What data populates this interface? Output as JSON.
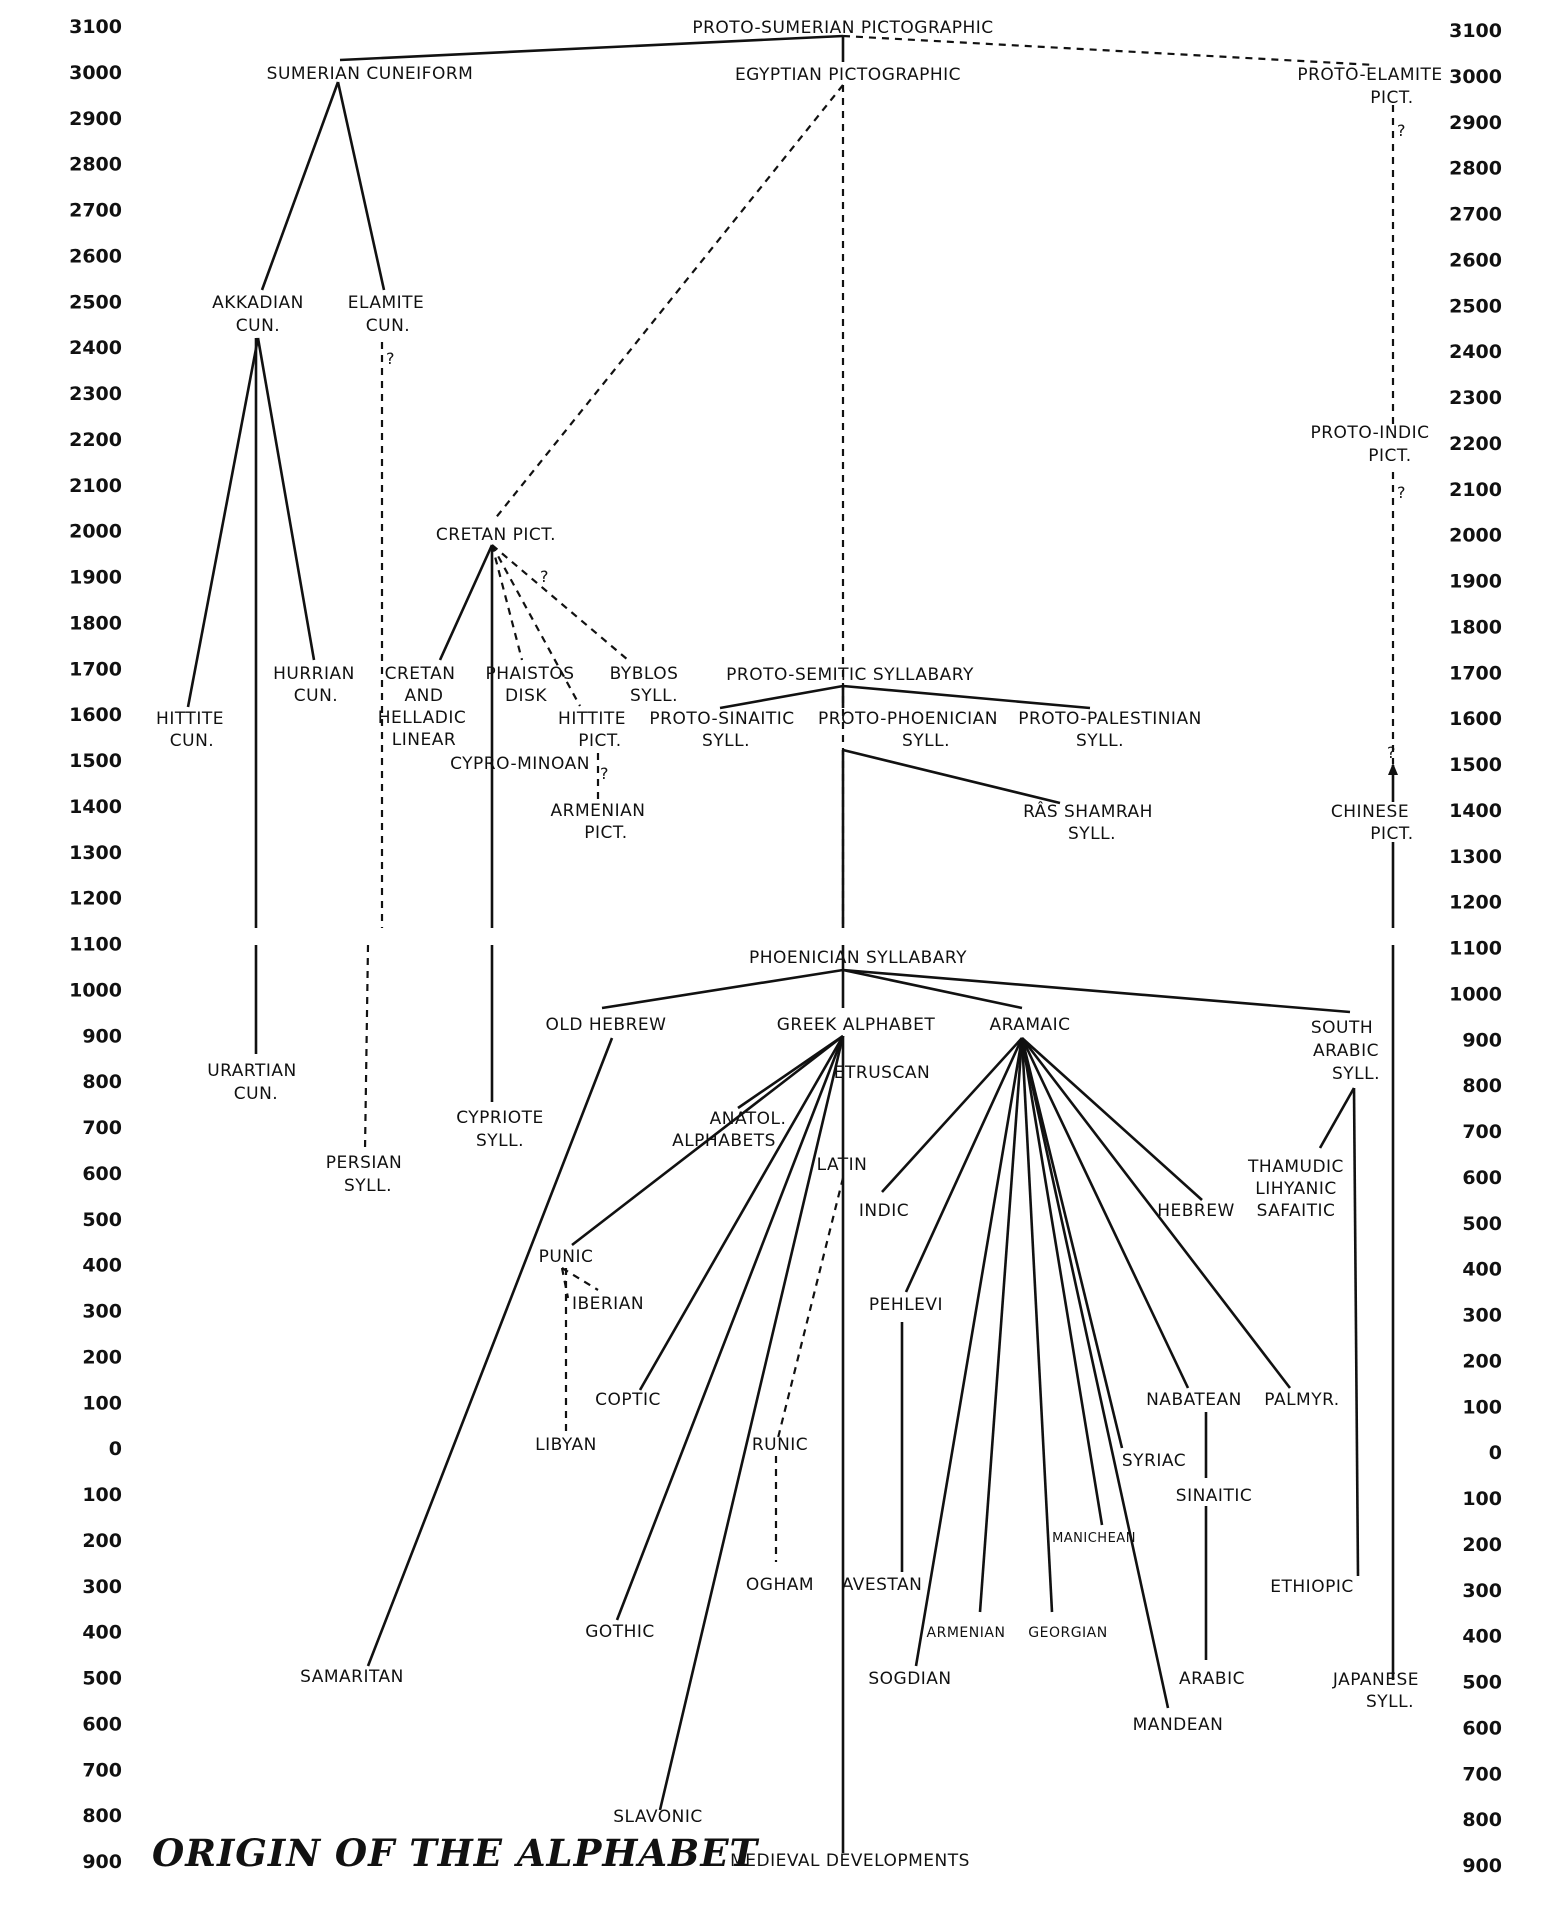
{
  "title": "ORIGIN OF THE ALPHABET",
  "axis": {
    "ticks": [
      "3100",
      "3000",
      "2900",
      "2800",
      "2700",
      "2600",
      "2500",
      "2400",
      "2300",
      "2200",
      "2100",
      "2000",
      "1900",
      "1800",
      "1700",
      "1600",
      "1500",
      "1400",
      "1300",
      "1200",
      "1100",
      "1000",
      "900",
      "800",
      "700",
      "600",
      "500",
      "400",
      "300",
      "200",
      "100",
      "0",
      "100",
      "200",
      "300",
      "400",
      "500",
      "600",
      "700",
      "800",
      "900"
    ]
  },
  "nodes": {
    "proto_sumerian": "PROTO-SUMERIAN PICTOGRAPHIC",
    "sumerian_cuneiform": "SUMERIAN CUNEIFORM",
    "egyptian_pict": "EGYPTIAN PICTOGRAPHIC",
    "proto_elamite_1": "PROTO-ELAMITE",
    "proto_elamite_2": "PICT.",
    "akkadian_1": "AKKADIAN",
    "akkadian_2": "CUN.",
    "elamite_1": "ELAMITE",
    "elamite_2": "CUN.",
    "proto_indic_1": "PROTO-INDIC",
    "proto_indic_2": "PICT.",
    "cretan_pict": "CRETAN PICT.",
    "hurrian_1": "HURRIAN",
    "hurrian_2": "CUN.",
    "cretan_1": "CRETAN",
    "cretan_2": "AND",
    "cretan_3": "HELLADIC",
    "cretan_4": "LINEAR",
    "phaistos_1": "PHAISTOS",
    "phaistos_2": "DISK",
    "byblos_1": "BYBLOS",
    "byblos_2": "SYLL.",
    "proto_semitic": "PROTO-SEMITIC SYLLABARY",
    "hittite_cun_1": "HITTITE",
    "hittite_cun_2": "CUN.",
    "hittite_pict_1": "HITTITE",
    "hittite_pict_2": "PICT.",
    "proto_sinaitic_1": "PROTO-SINAITIC",
    "proto_sinaitic_2": "SYLL.",
    "proto_phoenician_1": "PROTO-PHOENICIAN",
    "proto_phoenician_2": "SYLL.",
    "proto_palestinian_1": "PROTO-PALESTINIAN",
    "proto_palestinian_2": "SYLL.",
    "cypro_minoan": "CYPRO-MINOAN",
    "armenian_pict_1": "ARMENIAN",
    "armenian_pict_2": "PICT.",
    "ras_shamrah_1": "RÂS SHAMRAH",
    "ras_shamrah_2": "SYLL.",
    "chinese_1": "CHINESE",
    "chinese_2": "PICT.",
    "phoenician": "PHOENICIAN SYLLABARY",
    "old_hebrew": "OLD HEBREW",
    "greek": "GREEK ALPHABET",
    "aramaic": "ARAMAIC",
    "south_arabic_1": "SOUTH",
    "south_arabic_2": "ARABIC",
    "south_arabic_3": "SYLL.",
    "urartian_1": "URARTIAN",
    "urartian_2": "CUN.",
    "etruscan": "ETRUSCAN",
    "cypriote_1": "CYPRIOTE",
    "cypriote_2": "SYLL.",
    "anatol_1": "ANATOL.",
    "anatol_2": "ALPHABETS",
    "persian_1": "PERSIAN",
    "persian_2": "SYLL.",
    "latin": "LATIN",
    "thamudic_1": "THAMUDIC",
    "thamudic_2": "LIHYANIC",
    "thamudic_3": "SAFAITIC",
    "indic": "INDIC",
    "hebrew": "HEBREW",
    "punic": "PUNIC",
    "iberian": "IBERIAN",
    "pehlevi": "PEHLEVI",
    "coptic": "COPTIC",
    "nabatean": "NABATEAN",
    "palmyr": "PALMYR.",
    "libyan": "LIBYAN",
    "runic": "RUNIC",
    "syriac": "SYRIAC",
    "sinaitic": "SINAITIC",
    "manichean": "MANICHEAN",
    "ogham": "OGHAM",
    "avestan": "AVESTAN",
    "ethiopic": "ETHIOPIC",
    "gothic": "GOTHIC",
    "armenian": "ARMENIAN",
    "georgian": "GEORGIAN",
    "samaritan": "SAMARITAN",
    "sogdian": "SOGDIAN",
    "arabic": "ARABIC",
    "japanese_1": "JAPANESE",
    "japanese_2": "SYLL.",
    "mandean": "MANDEAN",
    "slavonic": "SLAVONIC",
    "medieval": "MEDIEVAL DEVELOPMENTS"
  },
  "question_mark": "?"
}
